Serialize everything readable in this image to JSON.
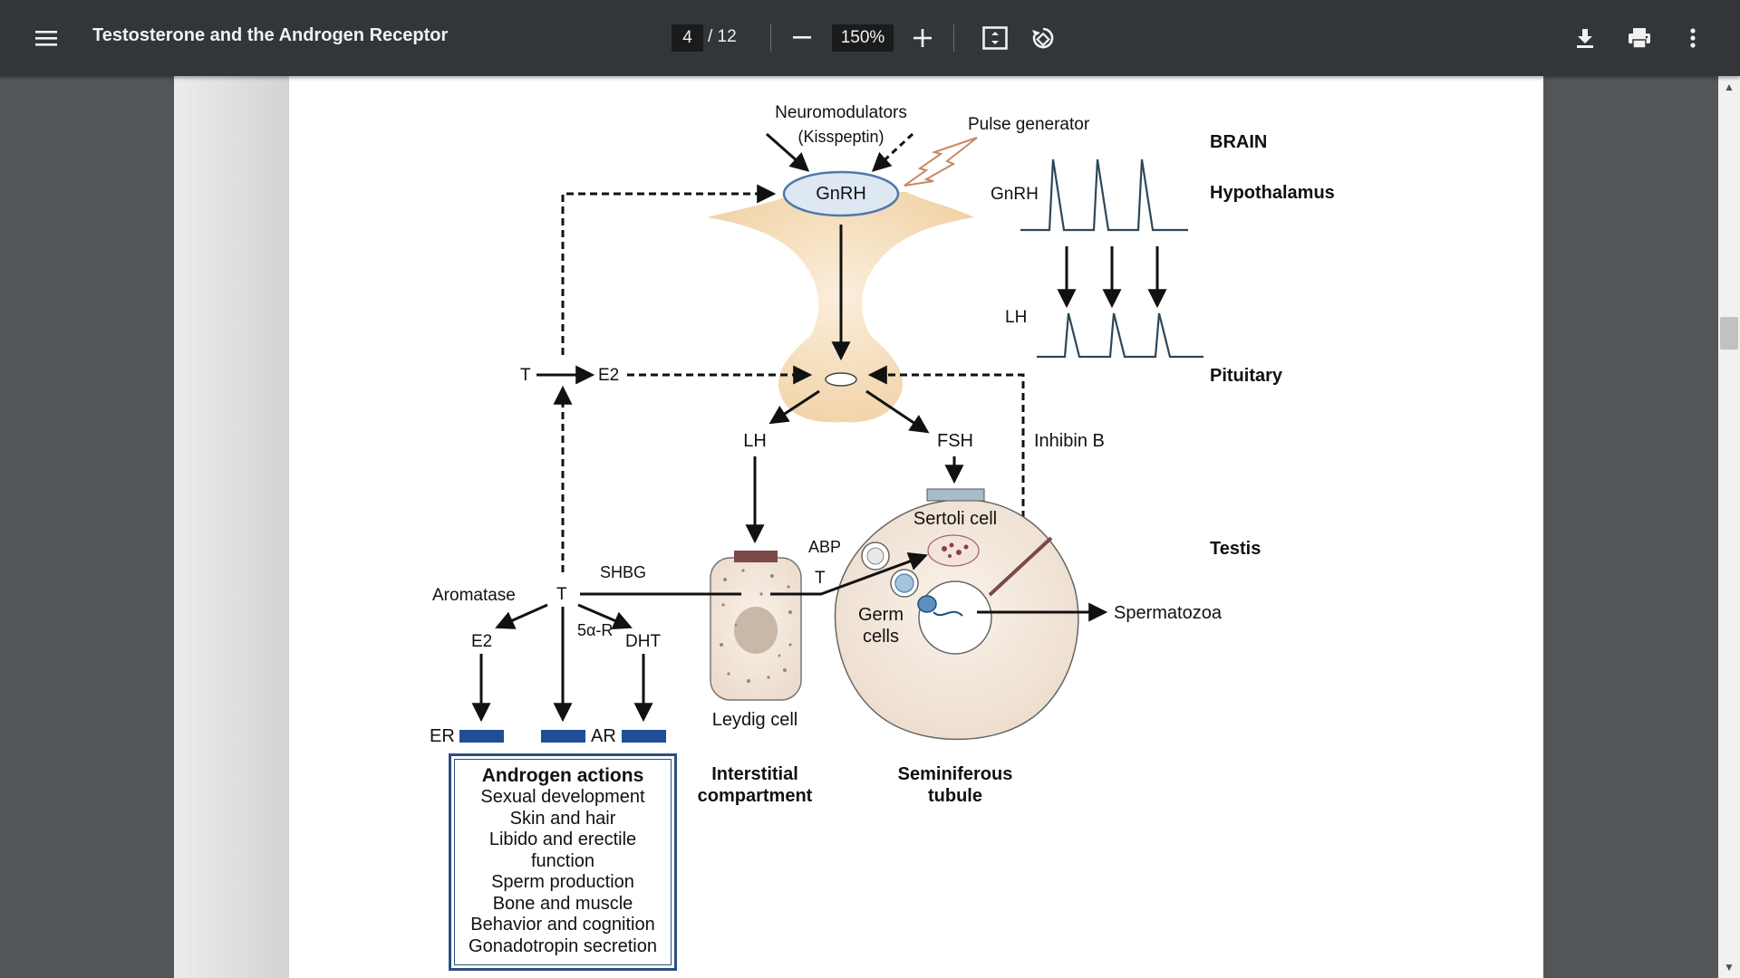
{
  "toolbar": {
    "title": "Testosterone and the Androgen Receptor",
    "page_current": "4",
    "page_total": "/ 12",
    "zoom": "150%",
    "icons": [
      "menu-icon",
      "zoom-out-icon",
      "zoom-in-icon",
      "fit-page-icon",
      "rotate-icon",
      "download-icon",
      "print-icon",
      "more-icon"
    ]
  },
  "diagram": {
    "neuromodulators": "Neuromodulators",
    "kisspeptin": "(Kisspeptin)",
    "pulse_generator": "Pulse generator",
    "gnrh_node": "GnRH",
    "gnrh_pulse_label": "GnRH",
    "lh_pulse_label": "LH",
    "brain": "BRAIN",
    "hypothalamus": "Hypothalamus",
    "pituitary": "Pituitary",
    "testis": "Testis",
    "t_left": "T",
    "e2_top": "E2",
    "lh": "LH",
    "fsh": "FSH",
    "inhibin_b": "Inhibin B",
    "sertoli_cell": "Sertoli cell",
    "abp": "ABP",
    "t_sertoli": "T",
    "shbg": "SHBG",
    "aromatase": "Aromatase",
    "t_center": "T",
    "five_alpha_r": "5α-R",
    "dht": "DHT",
    "e2_bottom": "E2",
    "germ_cells": "Germ cells",
    "spermatozoa": "Spermatozoa",
    "leydig_cell": "Leydig cell",
    "er": "ER",
    "ar": "AR",
    "interstitial_compartment": "Interstitial compartment",
    "seminiferous_tubule": "Seminiferous tubule",
    "androgen_actions": {
      "title": "Androgen actions",
      "items": [
        "Sexual development",
        "Skin and hair",
        "Libido and erectile",
        "function",
        "Sperm production",
        "Bone and muscle",
        "Behavior and cognition",
        "Gonadotropin secretion"
      ]
    }
  },
  "colors": {
    "toolbar_bg": "#323639",
    "viewer_bg": "#525659",
    "receptor_blue": "#1f4e96",
    "pituitary_fill": "#f7e3c6",
    "gnrh_fill": "#dde8f3",
    "pulse_line": "#2d4759"
  }
}
